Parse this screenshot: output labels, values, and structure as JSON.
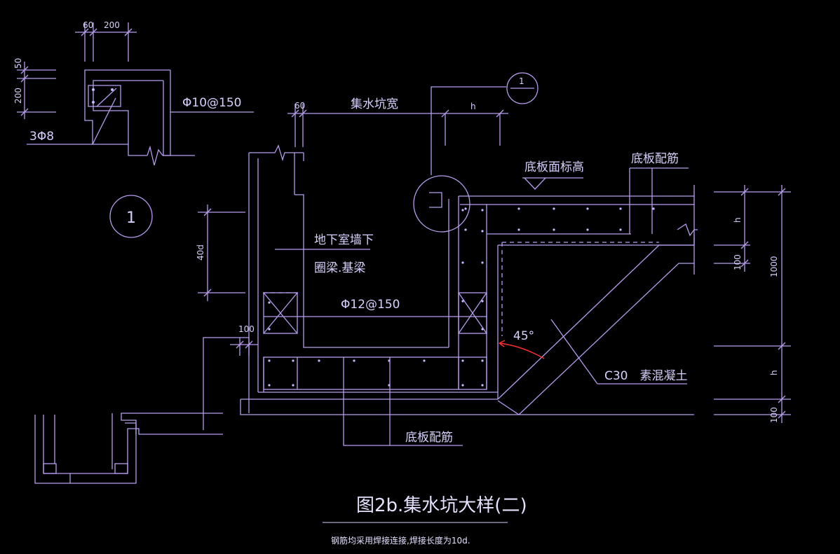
{
  "colors": {
    "background": "#000000",
    "linework": "#b79cf0",
    "text": "#d8cfff",
    "angle_mark": "#ff3030"
  },
  "detail_callout": {
    "number": "1"
  },
  "labels": {
    "top_dim_60": "60",
    "top_dim_200": "200",
    "left_dim_50": "50",
    "left_dim_200": "200",
    "bars_3phi8": "3Φ8",
    "rebar_phi10": "Φ10@150",
    "pit_width": "集水坑宽",
    "dim_60": "60",
    "dim_h_top": "h",
    "floor_level": "底板面标高",
    "slab_reinf_top": "底板配筋",
    "wall_beam_line1": "地下室墙下",
    "wall_beam_line2": "圈梁.基梁",
    "dim_40d": "40d",
    "rebar_phi12": "Φ12@150",
    "dim_100_left": "100",
    "angle_45": "45°",
    "concrete": "C30　素混凝土",
    "slab_reinf_bottom": "底板配筋",
    "right_dim_h_upper": "h",
    "right_dim_100_upper": "100",
    "right_dim_1000": "1000",
    "right_dim_h_lower": "h",
    "right_dim_100_lower": "100"
  },
  "title": "图2b.集水坑大样(二)",
  "note": "钢筋均采用焊接连接,焊接长度为10d."
}
